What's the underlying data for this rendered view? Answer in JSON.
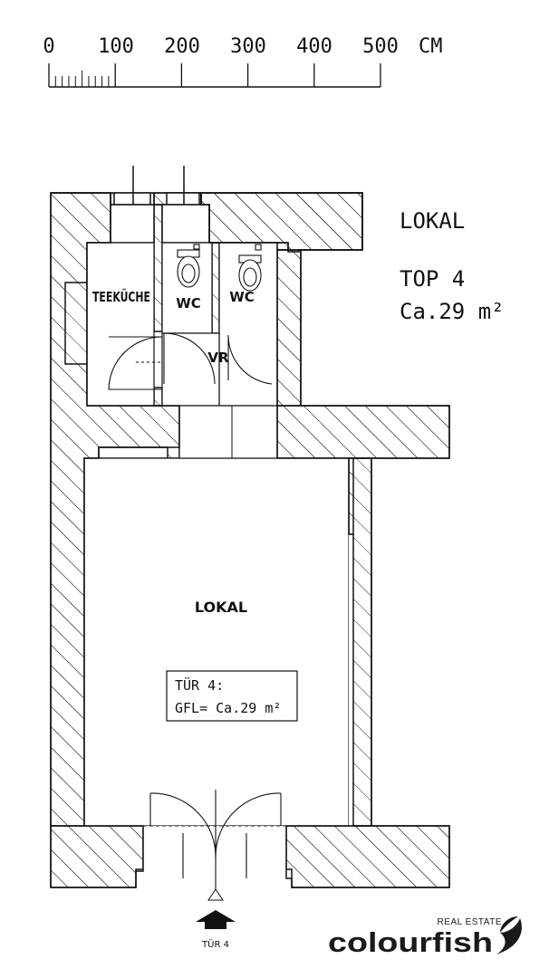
{
  "scale_bar": {
    "labels": [
      "0",
      "100",
      "200",
      "300",
      "400",
      "500"
    ],
    "unit": "CM"
  },
  "info": {
    "title": "LOKAL",
    "unit": "TOP 4",
    "area": "Ca.29 m²"
  },
  "rooms": {
    "teekueche": "TEEKÜCHE",
    "wc_left": "WC",
    "wc_right": "WC",
    "vr": "VR",
    "lokal": "LOKAL"
  },
  "area_box": {
    "line1": "TÜR 4:",
    "line2": "GFL= Ca.29 m²"
  },
  "entrance": {
    "label": "TÜR 4"
  },
  "brand": {
    "tagline": "REAL ESTATE",
    "name": "colourfish"
  }
}
